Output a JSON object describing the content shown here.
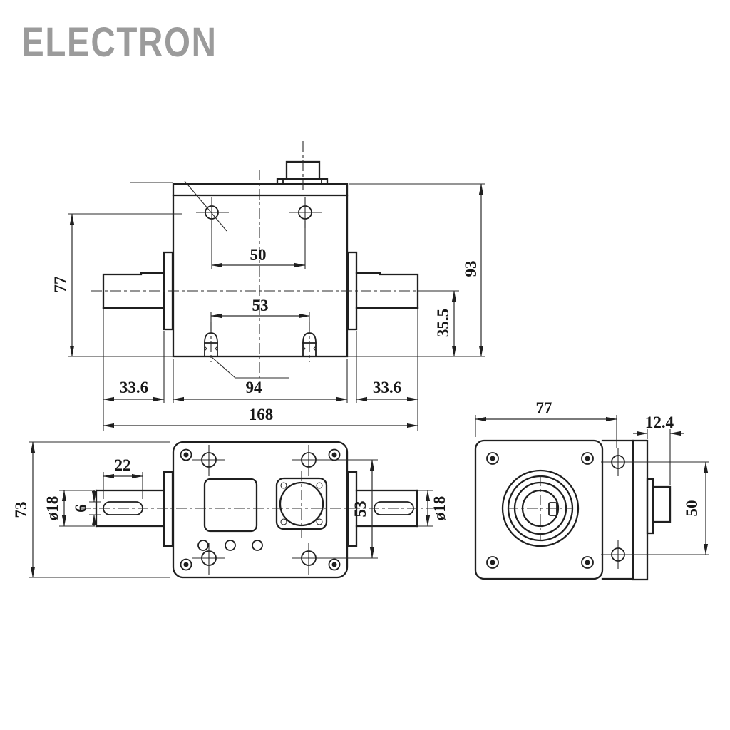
{
  "logo": {
    "text": "ELECTRON"
  },
  "colors": {
    "line": "#1f1f1f",
    "logo_gray": "#9b9b9b",
    "background": "#ffffff"
  },
  "drawing": {
    "front_view": {
      "top_hole_spacing": "50",
      "pin_spacing": "53",
      "height_left": "77",
      "overall_height": "93",
      "center_to_base": "35.5",
      "shaft_left_length": "33.6",
      "body_length": "94",
      "shaft_right_length": "33.6",
      "total_length": "168"
    },
    "bottom_view": {
      "keyway_length": "22",
      "shaft_diameter_left": "ø18",
      "keyway_width": "6",
      "body_width": "73",
      "hole_spacing": "53",
      "shaft_diameter_right": "ø18"
    },
    "side_view": {
      "depth": "77",
      "connector_protrusion": "12.4",
      "hole_spacing": "50"
    }
  }
}
